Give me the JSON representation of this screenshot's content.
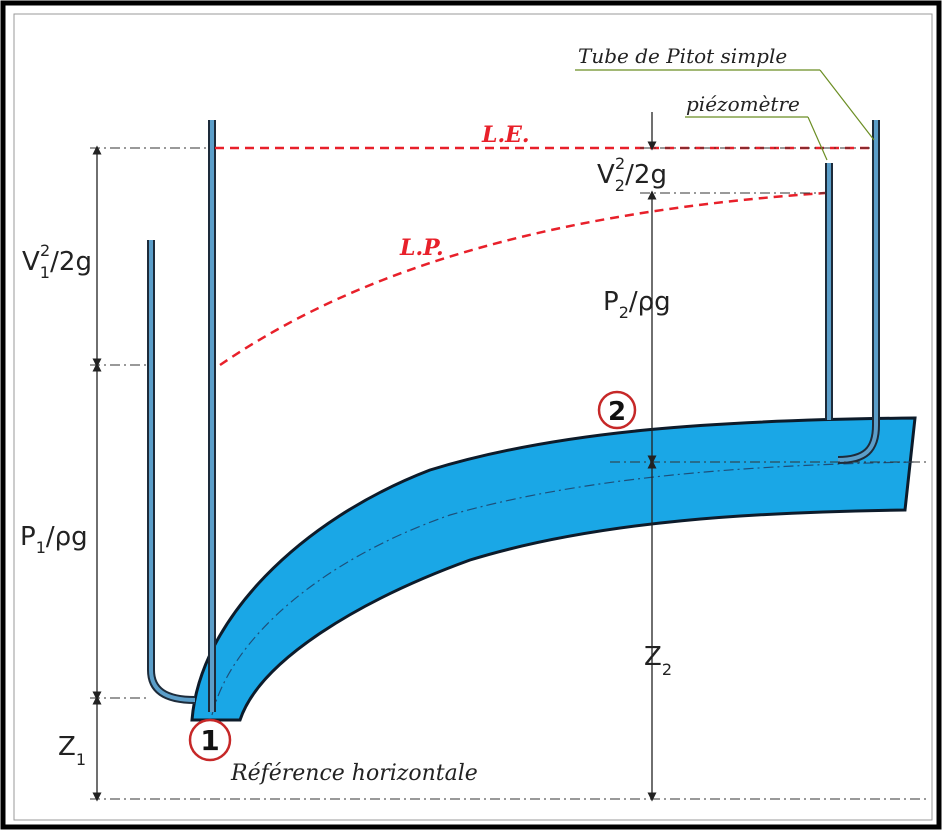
{
  "labels": {
    "pitot_tube": "Tube de Pitot simple",
    "piezometer": "piézomètre",
    "energy_line": "L.E.",
    "piezometric_line": "L.P.",
    "v1_head_num": "V",
    "v1_sub": "1",
    "v1_sup": "2",
    "v1_rest": "/2g",
    "v2_head_num": "V",
    "v2_sub": "2",
    "v2_sup": "2",
    "v2_rest": "/2g",
    "p1_head": "P",
    "p1_sub": "1",
    "p1_rest": "/ρg",
    "p2_head": "P",
    "p2_sub": "2",
    "p2_rest": "/ρg",
    "z1_head": "Z",
    "z1_sub": "1",
    "z2_head": "Z",
    "z2_sub": "2",
    "point1": "1",
    "point2": "2",
    "reference": "Référence horizontale"
  },
  "colors": {
    "pipe_fill": "#1aa7e6",
    "pipe_stroke": "#0d1b2a",
    "tube_fill": "#5b9ec9",
    "line_red": "#e8202a",
    "circle_red": "#c62828",
    "dim_line": "#333333",
    "callout_line": "#6b8e23",
    "frame": "#000000"
  }
}
